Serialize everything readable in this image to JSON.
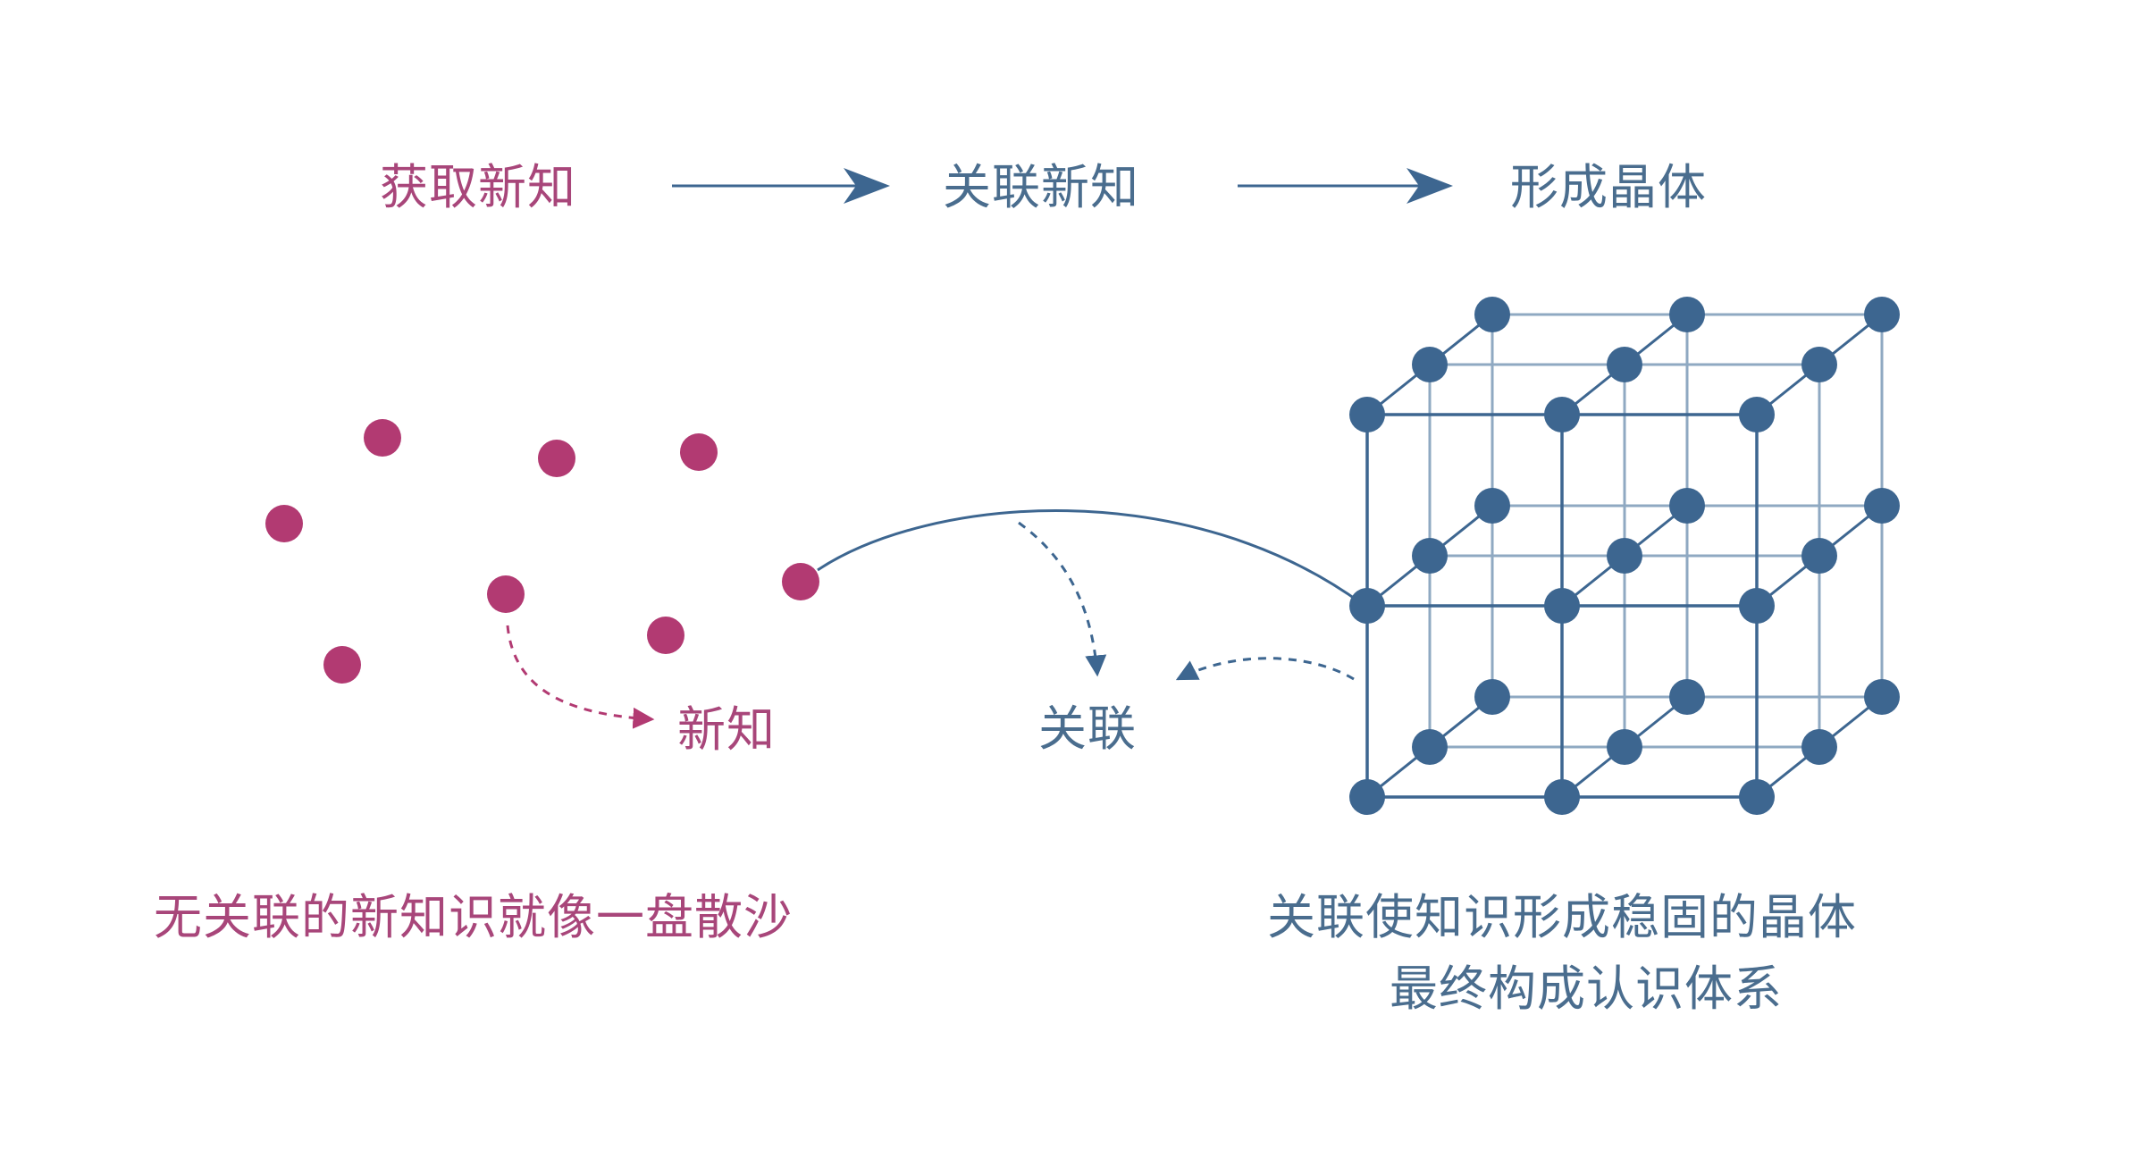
{
  "flow": {
    "step1": "获取新知",
    "step2": "关联新知",
    "step3": "形成晶体"
  },
  "labels": {
    "new_knowledge": "新知",
    "association": "关联"
  },
  "captions": {
    "left": "无关联的新知识就像一盘散沙",
    "right_line1": "关联使知识形成稳固的晶体",
    "right_line2": "最终构成认识体系"
  },
  "colors": {
    "magenta": "#b23a72",
    "steel_blue": "#3d6690",
    "grid_line": "#8fa9c2",
    "text_blue": "#4a6d8e",
    "text_magenta": "#a8467a"
  },
  "icons": {
    "flow_arrow": "right-arrow-icon"
  }
}
